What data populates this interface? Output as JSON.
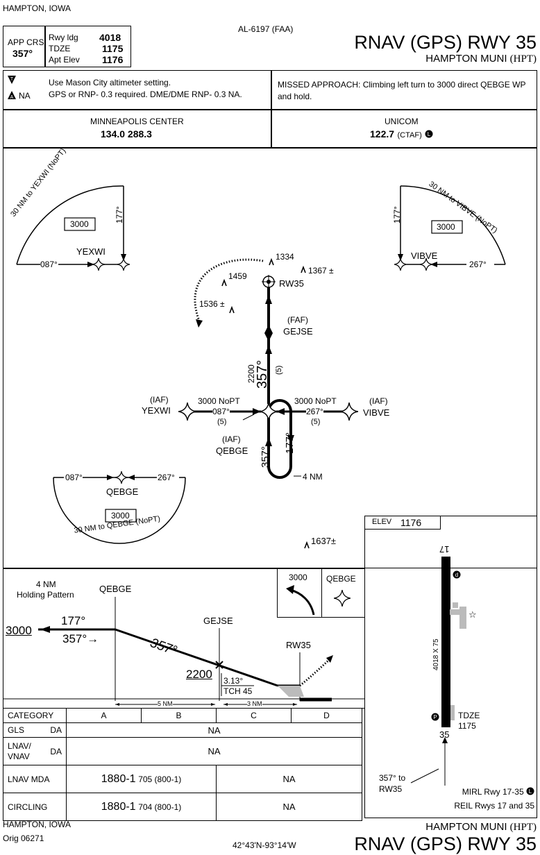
{
  "header": {
    "location": "HAMPTON, IOWA",
    "procedure_id": "AL-6197 (FAA)",
    "title": "RNAV (GPS) RWY 35",
    "airport": "HAMPTON MUNI",
    "airport_id": "(HPT)",
    "app_crs_label": "APP CRS",
    "app_crs": "357°",
    "rwy_ldg_label": "Rwy ldg",
    "rwy_ldg": "4018",
    "tdze_label": "TDZE",
    "tdze": "1175",
    "apt_elev_label": "Apt Elev",
    "apt_elev": "1176"
  },
  "notes": {
    "line1": "Use Mason City altimeter setting.",
    "line2": "GPS or RNP- 0.3 required.  DME/DME RNP- 0.3 NA.",
    "na_label": "NA",
    "missed_approach": "MISSED APPROACH:  Climbing left turn to 3000 direct QEBGE WP and hold."
  },
  "comms": {
    "center_name": "MINNEAPOLIS CENTER",
    "center_freqs": "134.0  288.3",
    "unicom_name": "UNICOM",
    "unicom_freq": "122.7",
    "unicom_ctaf": "(CTAF)"
  },
  "planview": {
    "taa_nw_arc": "30 NM to YEXWI (NoPT)",
    "taa_nw_alt": "3000",
    "taa_nw_course_in": "177°",
    "taa_nw_course_out": "087°",
    "taa_nw_fix": "YEXWI",
    "taa_ne_arc": "30 NM to VIBVE (NoPT)",
    "taa_ne_alt": "3000",
    "taa_ne_course_in": "177°",
    "taa_ne_course_out": "267°",
    "taa_ne_fix": "VIBVE",
    "taa_s_arc": "30 NM to QEBGE (NoPT)",
    "taa_s_alt": "3000",
    "taa_s_course_l": "087°",
    "taa_s_course_r": "267°",
    "taa_s_fix": "QEBGE",
    "obst_1334": "1334",
    "obst_1367": "1367 ±",
    "obst_1459": "1459",
    "obst_1536": "1536 ±",
    "obst_1637": "1637±",
    "rw35": "RW35",
    "faf_label": "(FAF)",
    "gejse": "GEJSE",
    "final_alt": "2200",
    "final_crs": "357°",
    "final_dist": "(5)",
    "iaf_label_w": "(IAF)",
    "yexwi": "YEXWI",
    "w_alt": "3000 NoPT",
    "w_crs": "087°",
    "w_dist": "(5)",
    "iaf_label_e": "(IAF)",
    "vibve": "VIBVE",
    "e_alt": "3000 NoPT",
    "e_crs": "267°",
    "e_dist": "(5)",
    "iaf_label_s": "(IAF)",
    "qebge": "QEBGE",
    "hold_in": "357°",
    "hold_out": "177°",
    "hold_len": "4 NM"
  },
  "airport_sketch": {
    "elev_label": "ELEV",
    "elev": "1176",
    "rwy_17": "17",
    "rwy_35": "35",
    "dims": "4018 X 75",
    "tdze_label": "TDZE",
    "tdze": "1175",
    "crs_note": "357° to RW35",
    "lighting1": "MIRL Rwy 17-35",
    "lighting2": "REIL Rwys 17 and 35"
  },
  "profile": {
    "hold_line1": "4 NM",
    "hold_line2": "Holding Pattern",
    "qebge": "QEBGE",
    "gejse": "GEJSE",
    "rw35": "RW35",
    "alt_3000": "3000",
    "crs_177": "177°",
    "crs_357_a": "357°",
    "crs_357_b": "357°",
    "alt_2200": "2200",
    "gpa": "3.13°",
    "tch": "TCH 45",
    "dist_5": "5 NM",
    "dist_3": "3 NM",
    "missed_icon_alt": "3000",
    "missed_icon_fix": "QEBGE"
  },
  "minimums": {
    "category_label": "CATEGORY",
    "cats": [
      "A",
      "B",
      "C",
      "D"
    ],
    "gls_label": "GLS",
    "gls_da": "DA",
    "gls_value": "NA",
    "lnav_vnav_label1": "LNAV/",
    "lnav_vnav_label2": "VNAV",
    "lnav_vnav_da": "DA",
    "lnav_vnav_value": "NA",
    "lnav_mda_label": "LNAV MDA",
    "lnav_mda_value": "1880-1",
    "lnav_mda_hat": "705 (800-1)",
    "lnav_mda_cd": "NA",
    "circling_label": "CIRCLING",
    "circling_value": "1880-1",
    "circling_hat": "704 (800-1)",
    "circling_cd": "NA"
  },
  "footer": {
    "location": "HAMPTON, IOWA",
    "orig": "Orig 06271",
    "coords": "42°43'N-93°14'W",
    "airport": "HAMPTON MUNI",
    "airport_id": "(HPT)",
    "title": "RNAV (GPS) RWY 35"
  }
}
